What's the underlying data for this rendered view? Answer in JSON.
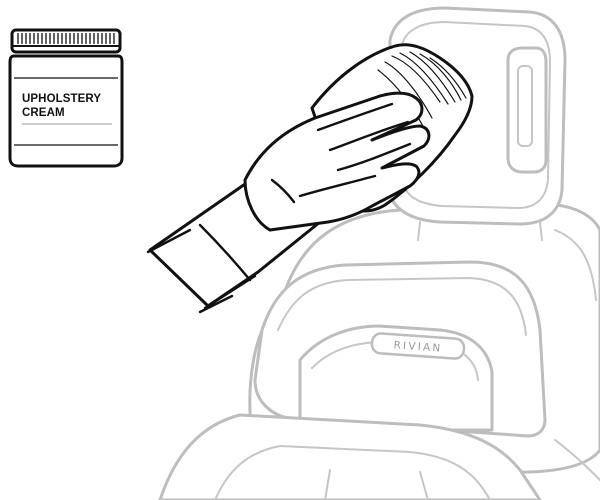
{
  "product_jar": {
    "label_line1": "UPHOLSTERY",
    "label_line2": "CREAM"
  },
  "seat_badge": {
    "text": "RIVIAN"
  },
  "icons": [
    "upholstery-cream-jar-icon",
    "hand-with-cloth-icon",
    "vehicle-seat-icon"
  ],
  "colors": {
    "ink": "#111111",
    "seat_outline": "#bdbdbd",
    "background": "#ffffff"
  }
}
